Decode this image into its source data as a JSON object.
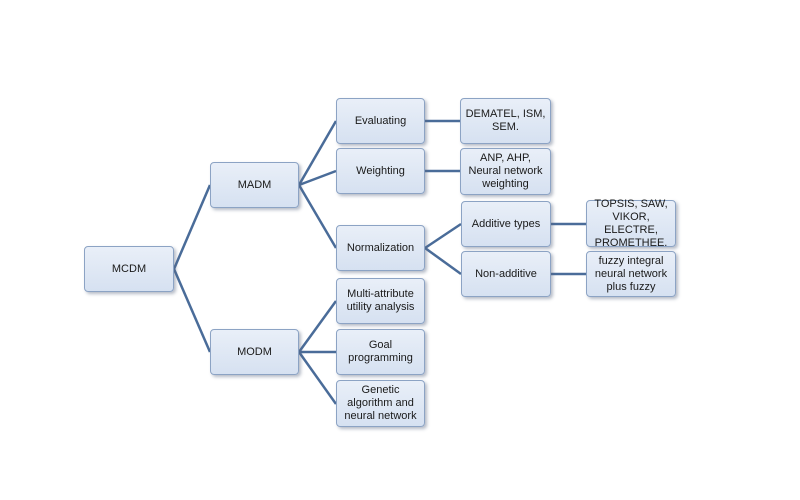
{
  "diagram": {
    "root": "MCDM",
    "madm": "MADM",
    "modm": "MODM",
    "evaluating": "Evaluating",
    "weighting": "Weighting",
    "normalization": "Normalization",
    "evaluating_methods": "DEMATEL, ISM,\nSEM.",
    "weighting_methods": "ANP, AHP,\nNeural network\nweighting",
    "additive_types": "Additive types",
    "non_additive": "Non-additive",
    "additive_methods": "TOPSIS, SAW,\nVIKOR, ELECTRE,\nPROMETHEE.",
    "non_additive_methods": "fuzzy integral\nneural network\nplus fuzzy",
    "maut": "Multi-attribute\nutility analysis",
    "goal_programming": "Goal\nprogramming",
    "genetic": "Genetic\nalgorithm and\nneural network"
  },
  "colors": {
    "connector": "#4a6c99",
    "node_border": "#8ca3c4",
    "node_fill_top": "#e9eff8",
    "node_fill_bottom": "#d6e1f1"
  }
}
